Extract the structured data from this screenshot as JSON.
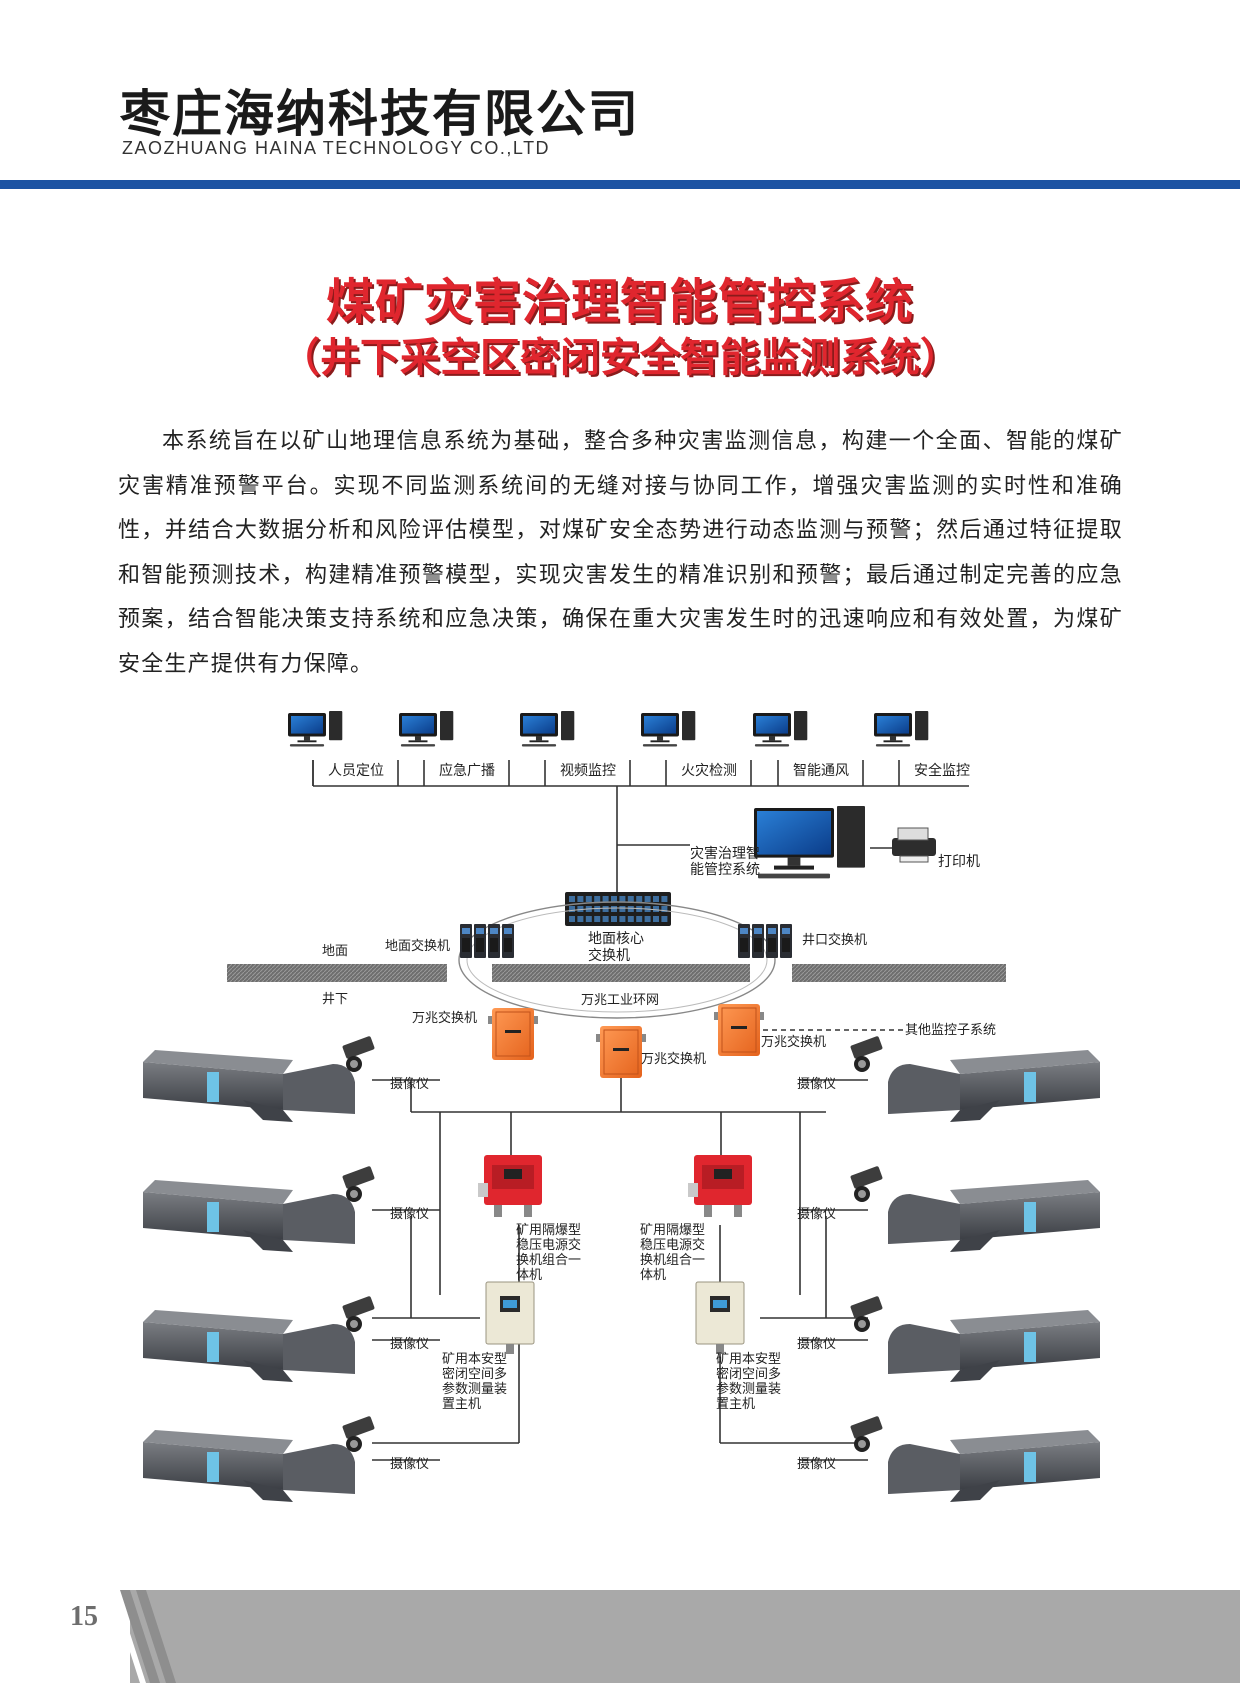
{
  "header": {
    "company_cn": "枣庄海纳科技有限公司",
    "company_en": "ZAOZHUANG HAINA TECHNOLOGY CO.,LTD",
    "accent_color": "#1c53a3"
  },
  "title": {
    "main": "煤矿灾害治理智能管控系统",
    "sub": "（井下采空区密闭安全智能监测系统）",
    "color": "#e0262e"
  },
  "body": {
    "paragraph": "本系统旨在以矿山地理信息系统为基础，整合多种灾害监测信息，构建一个全面、智能的煤矿灾害精准预警平台。实现不同监测系统间的无缝对接与协同工作，增强灾害监测的实时性和准确性，并结合大数据分析和风险评估模型，对煤矿安全态势进行动态监测与预警；然后通过特征提取和智能预测技术，构建精准预警模型，实现灾害发生的精准识别和预警；最后通过制定完善的应急预案，结合智能决策支持系统和应急决策，确保在重大灾害发生时的迅速响应和有效处置，为煤矿安全生产提供有力保障。"
  },
  "diagram": {
    "workstations": [
      "人员定位",
      "应急广播",
      "视频监控",
      "火灾检测",
      "智能通风",
      "安全监控"
    ],
    "control_system": "灾害治理智能管控系统",
    "printer": "打印机",
    "surface_label": "地面",
    "underground_label": "井下",
    "surface_switch": "地面交换机",
    "core_switch": "地面核心交换机",
    "shaft_switch": "井口交换机",
    "ring_network": "万兆工业环网",
    "gigabit_switch": "万兆交换机",
    "other_subsystems": "其他监控子系统",
    "camera": "摄像仪",
    "power_unit": "矿用隔爆型稳压电源交换机组合一体机",
    "host_unit": "矿用本安型密闭空间多参数测量装置主机",
    "icons": [
      "computer-icon",
      "printer-icon",
      "server-icon",
      "switch-icon",
      "camera-icon",
      "tunnel-icon"
    ]
  },
  "footer": {
    "page_number": "15"
  }
}
